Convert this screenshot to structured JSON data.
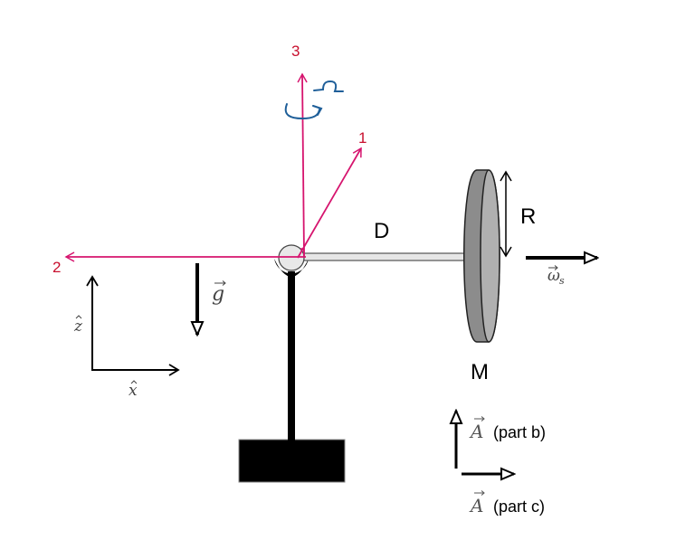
{
  "diagram": {
    "type": "physics-gyroscope",
    "body_axes": {
      "color": "#d6146e",
      "label_color": "#c8102e",
      "axis_1_label": "1",
      "axis_2_label": "2",
      "axis_3_label": "3"
    },
    "rotation_annotation": {
      "color": "#1f5f99",
      "symbol": "Ω"
    },
    "labels": {
      "rod_length": "D",
      "wheel_radius": "R",
      "wheel_mass": "M",
      "spin_vector": "ω",
      "spin_subscript": "s",
      "gravity_vector": "g",
      "z_hat": "z",
      "x_hat": "x",
      "vector_A": "A",
      "part_b": "(part b)",
      "part_c": "(part c)"
    },
    "colors": {
      "wheel_face": "#8c8c8c",
      "wheel_rim": "#b0b0b0",
      "rod_fill": "#e6e6e6",
      "pivot_ball": "#e8e8e8",
      "stand": "#000000"
    }
  }
}
